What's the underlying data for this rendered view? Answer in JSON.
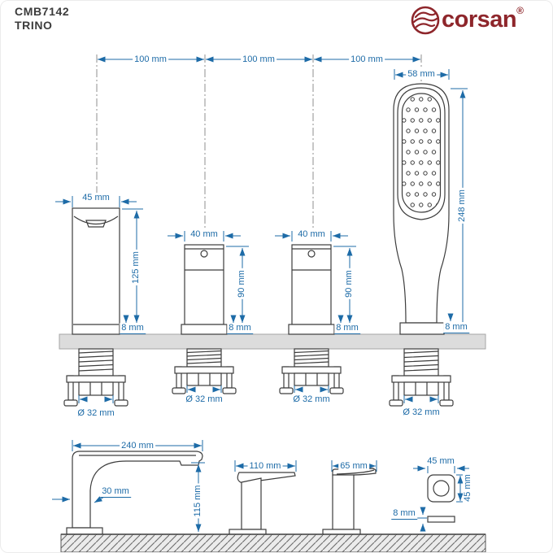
{
  "header": {
    "model": "CMB7142",
    "series": "TRINO",
    "brand": "corsan",
    "registered_mark": "®"
  },
  "colors": {
    "dimension_blue": "#1d6ba7",
    "drawing_line": "#3d3d3d",
    "logo_red": "#8e262b",
    "deck_fill": "#dcdcdc"
  },
  "front_view": {
    "hole_spacing_1": "100 mm",
    "hole_spacing_2": "100 mm",
    "hole_spacing_3": "100 mm",
    "handshower_width": "58 mm",
    "handshower_height": "248 mm",
    "spout_width": "45 mm",
    "spout_height": "125 mm",
    "left_valve_width": "40 mm",
    "left_valve_height": "90 mm",
    "right_valve_width": "40 mm",
    "right_valve_height": "90 mm",
    "spout_base_thickness": "8 mm",
    "left_valve_base_thickness": "8 mm",
    "right_valve_base_thickness": "8 mm",
    "handshower_base_thickness": "8 mm",
    "spout_hole_diameter": "Ø 32 mm",
    "left_valve_hole_diameter": "Ø 32 mm",
    "right_valve_hole_diameter": "Ø 32 mm",
    "handshower_hole_diameter": "Ø 32 mm"
  },
  "side_view": {
    "spout_reach": "240 mm",
    "spout_profile_width": "30 mm",
    "spout_outlet_height": "115 mm",
    "left_valve_length": "110 mm",
    "right_valve_length": "65 mm",
    "rosette_width": "45 mm",
    "rosette_height": "45 mm",
    "rosette_thickness": "8 mm"
  }
}
